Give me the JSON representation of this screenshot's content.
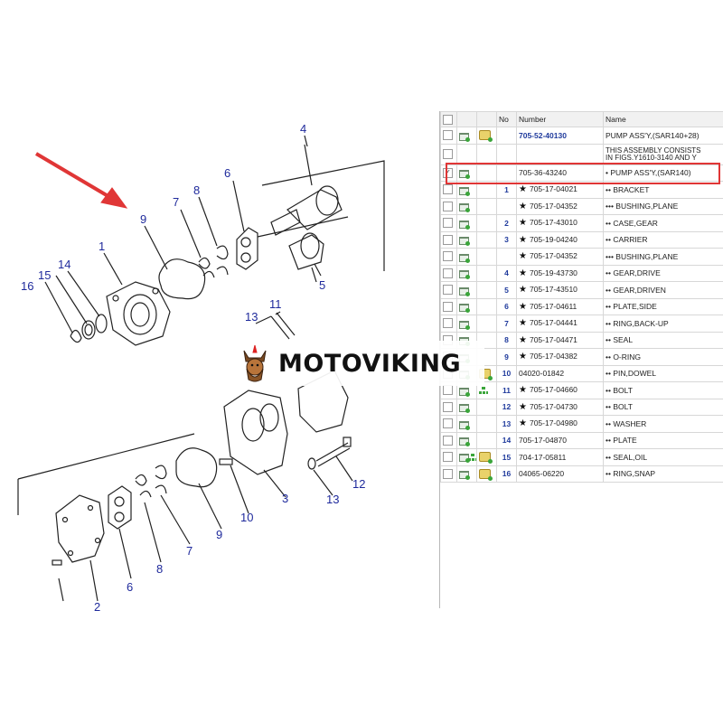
{
  "table": {
    "columns": [
      "",
      "",
      "",
      "No",
      "Number",
      "Name"
    ],
    "rows": [
      {
        "no": "",
        "star": false,
        "number": "705-52-40130",
        "number_link": true,
        "name": "PUMP ASS'Y,(SAR140+28)",
        "icon": "package",
        "checked": false
      },
      {
        "no": "",
        "star": false,
        "number": "",
        "number_link": false,
        "name": "THIS ASSEMBLY CONSISTS",
        "name2": "IN FIGS.Y1610-3140 AND Y",
        "icon": "none",
        "checked": false,
        "note": true
      },
      {
        "no": "",
        "star": false,
        "number": "705-36-43240",
        "number_link": false,
        "name": "• PUMP ASS'Y,(SAR140)",
        "icon": "none",
        "checked": true,
        "highlighted": true
      },
      {
        "no": "1",
        "star": true,
        "number": "705-17-04021",
        "name": "•• BRACKET",
        "icon": "none"
      },
      {
        "no": "",
        "star": true,
        "number": "705-17-04352",
        "name": "••• BUSHING,PLANE",
        "icon": "none"
      },
      {
        "no": "2",
        "star": true,
        "number": "705-17-43010",
        "name": "•• CASE,GEAR",
        "icon": "none"
      },
      {
        "no": "3",
        "star": true,
        "number": "705-19-04240",
        "name": "•• CARRIER",
        "icon": "none"
      },
      {
        "no": "",
        "star": true,
        "number": "705-17-04352",
        "name": "••• BUSHING,PLANE",
        "icon": "none"
      },
      {
        "no": "4",
        "star": true,
        "number": "705-19-43730",
        "name": "•• GEAR,DRIVE",
        "icon": "none"
      },
      {
        "no": "5",
        "star": true,
        "number": "705-17-43510",
        "name": "•• GEAR,DRIVEN",
        "icon": "none"
      },
      {
        "no": "6",
        "star": true,
        "number": "705-17-04611",
        "name": "•• PLATE,SIDE",
        "icon": "none"
      },
      {
        "no": "7",
        "star": true,
        "number": "705-17-04441",
        "name": "•• RING,BACK-UP",
        "icon": "none"
      },
      {
        "no": "8",
        "star": true,
        "number": "705-17-04471",
        "name": "•• SEAL",
        "icon": "none"
      },
      {
        "no": "9",
        "star": true,
        "number": "705-17-04382",
        "name": "•• O-RING",
        "icon": "none"
      },
      {
        "no": "10",
        "star": false,
        "number": "04020-01842",
        "name": "•• PIN,DOWEL",
        "icon": "package"
      },
      {
        "no": "11",
        "star": true,
        "number": "705-17-04660",
        "name": "•• BOLT",
        "icon": "tree"
      },
      {
        "no": "12",
        "star": true,
        "number": "705-17-04730",
        "name": "•• BOLT",
        "icon": "none"
      },
      {
        "no": "13",
        "star": true,
        "number": "705-17-04980",
        "name": "•• WASHER",
        "icon": "none"
      },
      {
        "no": "14",
        "star": false,
        "number": "705-17-04870",
        "name": "•• PLATE",
        "icon": "none"
      },
      {
        "no": "15",
        "star": false,
        "number": "704-17-05811",
        "name": "•• SEAL,OIL",
        "icon": "tree-package"
      },
      {
        "no": "16",
        "star": false,
        "number": "04065-06220",
        "name": "•• RING,SNAP",
        "icon": "package"
      }
    ]
  },
  "diagram": {
    "callouts": [
      "1",
      "2",
      "3",
      "4",
      "5",
      "6",
      "7",
      "8",
      "9",
      "10",
      "11",
      "12",
      "13",
      "14",
      "15",
      "16",
      "9",
      "6",
      "7",
      "8",
      "13"
    ]
  },
  "watermark": {
    "text": "MOTOVIKING"
  },
  "colors": {
    "highlight": "#e03636",
    "arrow": "#e03636",
    "callout": "#1f2a9c",
    "link": "#1f3a9c"
  }
}
